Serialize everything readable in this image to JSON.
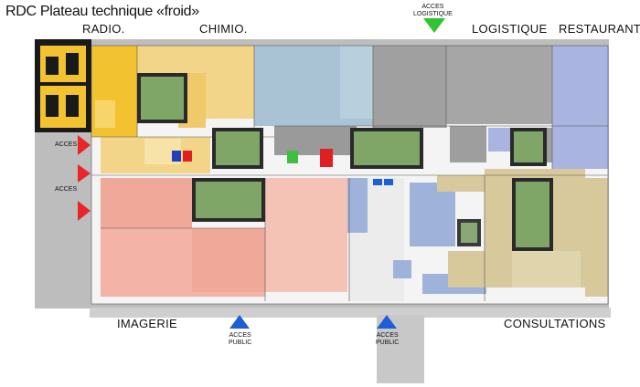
{
  "title": "RDC Plateau technique «froid»",
  "zones": {
    "radio": "RADIO.",
    "chimio": "CHIMIO.",
    "logistique": "LOGISTIQUE",
    "restaurant": "RESTAURANT",
    "imagerie": "IMAGERIE",
    "consultations": "CONSULTATIONS"
  },
  "access": {
    "logistique": [
      "ACCES",
      "LOGISTIQUE"
    ],
    "west_1": "ACCES",
    "west_2": "ACCES",
    "public_1": [
      "ACCES",
      "PUBLIC"
    ],
    "public_2": [
      "ACCES",
      "PUBLIC"
    ]
  },
  "colors": {
    "radio": "#f2c230",
    "chimio": "#f3d58a",
    "imagerie": "#f0a898",
    "blue_service": "#a9c3d4",
    "logistique": "#a0a0a0",
    "restaurant": "#a9b5e0",
    "consultations": "#d8c99c",
    "patio": "#7fa567",
    "arrow_access": "#e8262a",
    "arrow_public": "#1f5fd6",
    "arrow_logistique": "#2ec52e"
  }
}
